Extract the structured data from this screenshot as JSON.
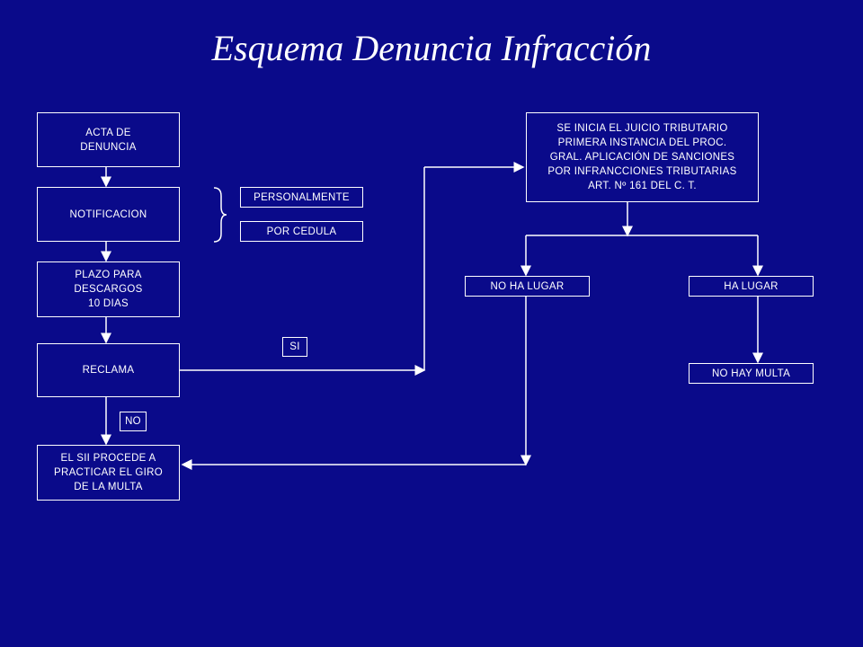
{
  "title": "Esquema Denuncia Infracción",
  "nodes": {
    "acta": "ACTA DE\nDENUNCIA",
    "notificacion": "NOTIFICACION",
    "plazo": "PLAZO PARA\nDESCARGOS\n10 DIAS",
    "reclama": "RECLAMA",
    "giro": "EL SII PROCEDE A\nPRACTICAR EL GIRO\nDE LA MULTA",
    "juicio": "SE INICIA EL JUICIO TRIBUTARIO\nPRIMERA INSTANCIA DEL PROC.\nGRAL. APLICACIÓN DE SANCIONES\nPOR INFRANCCIONES TRIBUTARIAS\nART. Nº 161 DEL C. T.",
    "no_ha_lugar": "NO HA LUGAR",
    "ha_lugar": "HA LUGAR",
    "no_hay_multa": "NO HAY MULTA",
    "personalmente": "PERSONALMENTE",
    "por_cedula": "POR CEDULA"
  },
  "labels": {
    "si": "SI",
    "no": "NO"
  }
}
